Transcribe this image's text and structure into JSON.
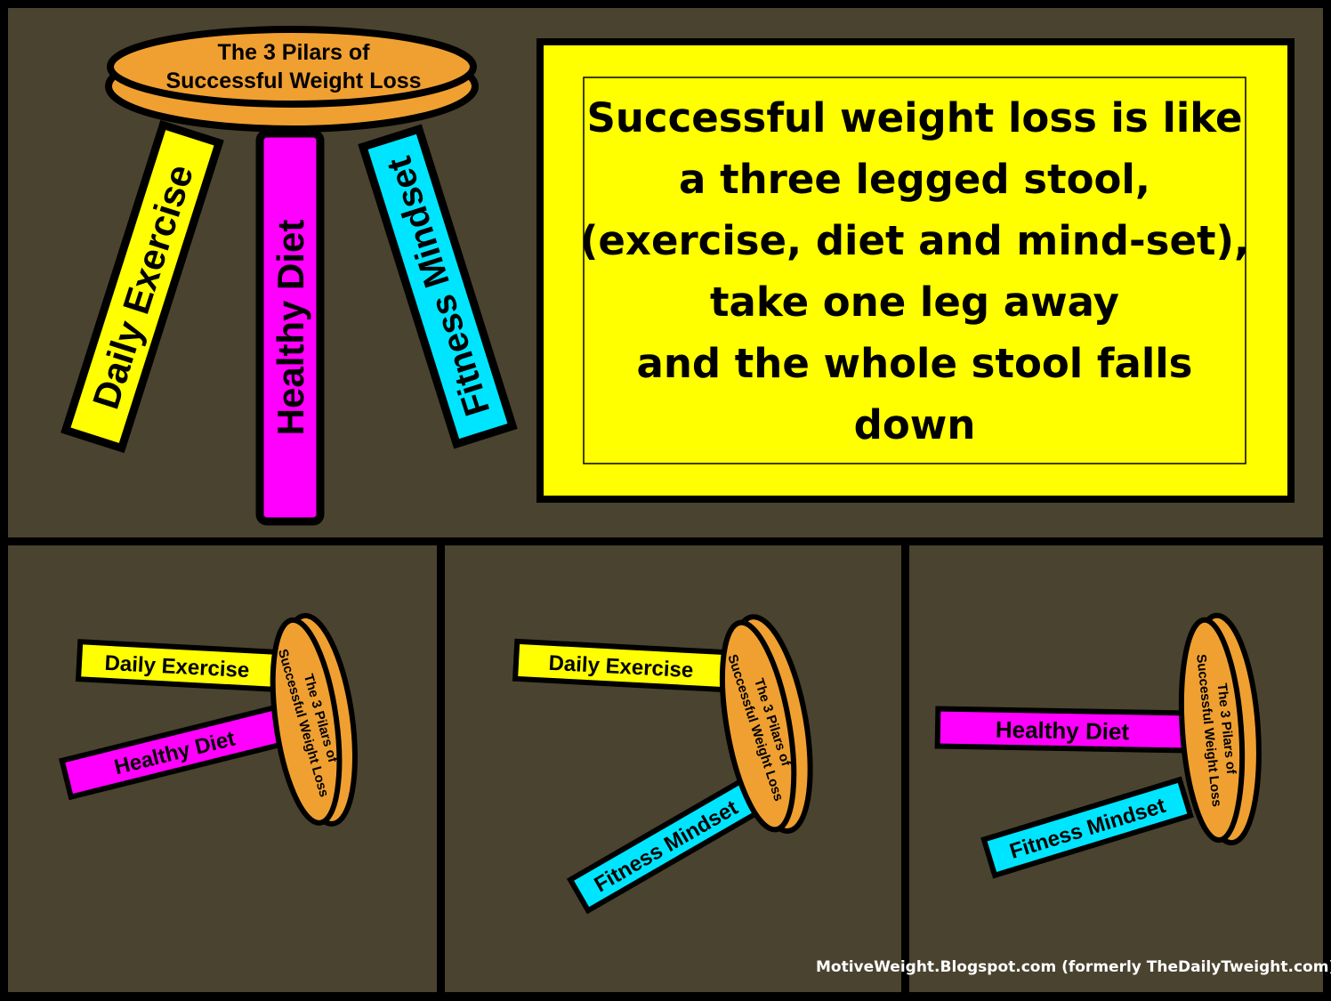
{
  "colors": {
    "background": "#4a432f",
    "seat": "#f0a030",
    "exercise": "#ffff00",
    "diet": "#ff00ff",
    "mindset": "#00e5ff",
    "quote_box": "#ffff00"
  },
  "stool": {
    "seat_line1": "The 3 Pilars of",
    "seat_line2": "Successful Weight Loss",
    "leg_exercise": "Daily Exercise",
    "leg_diet": "Healthy Diet",
    "leg_mindset": "Fitness Mindset"
  },
  "quote": {
    "lines": [
      "Successful weight loss is like",
      "a three legged stool,",
      "(exercise, diet and mind-set),",
      "take one leg away",
      "and the whole stool falls",
      "down"
    ]
  },
  "footer": "MotiveWeight.Blogspot.com  (formerly TheDailyTweight.com)"
}
